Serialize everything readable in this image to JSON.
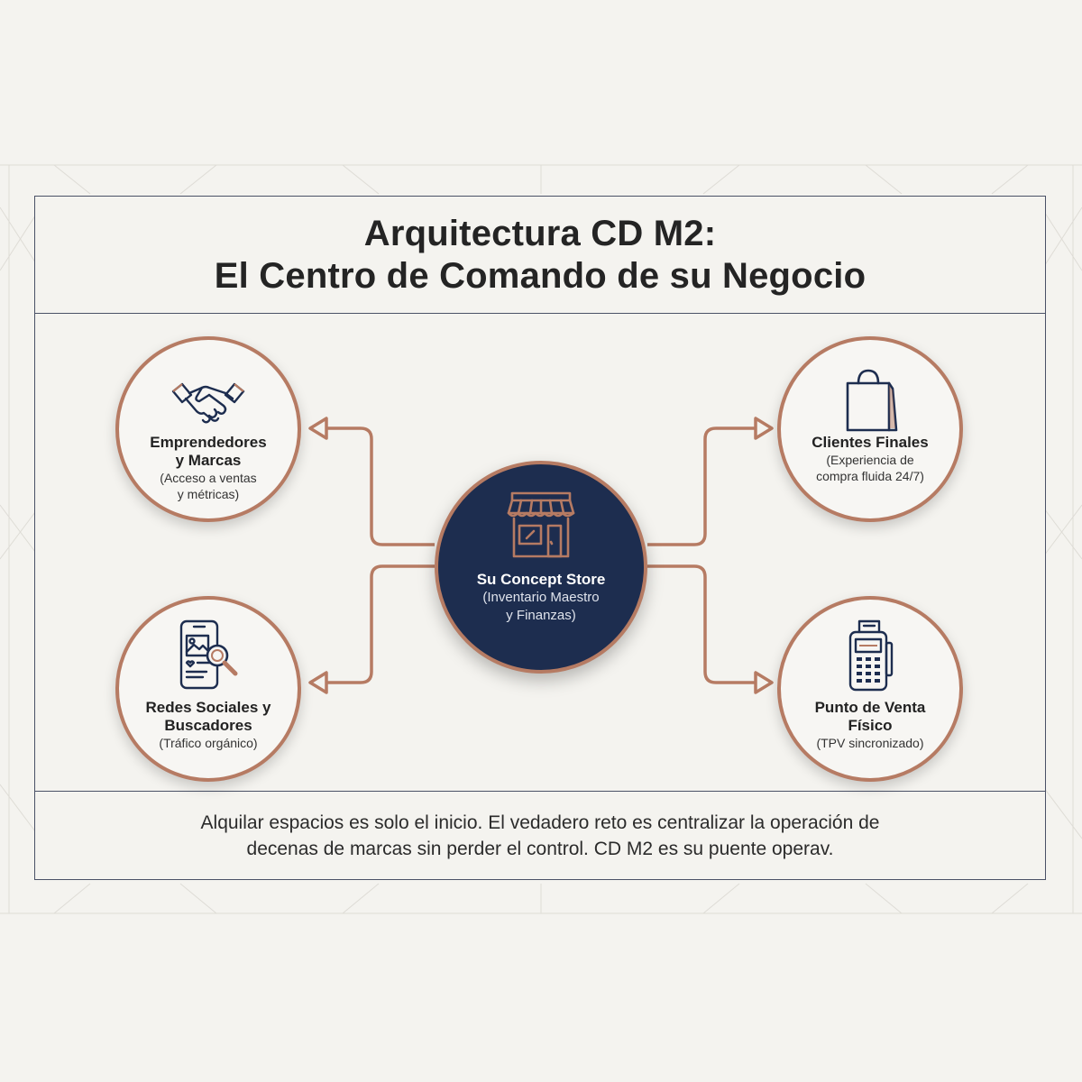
{
  "title": {
    "line1": "Arquitectura CD M2:",
    "line2": "El Centro de Comando de su Negocio"
  },
  "center": {
    "title": "Su Concept Store",
    "sub1": "(Inventario Maestro",
    "sub2": "y Finanzas)",
    "icon": "storefront-icon"
  },
  "nodes": {
    "brands": {
      "title1": "Emprendedores",
      "title2": "y Marcas",
      "sub1": "(Acceso a ventas",
      "sub2": "y métricas)",
      "icon": "handshake-icon"
    },
    "customers": {
      "title1": "Clientes Finales",
      "sub1": "(Experiencia de",
      "sub2": "compra fluida 24/7)",
      "icon": "shopping-bag-icon"
    },
    "social": {
      "title1": "Redes Sociales y",
      "title2": "Buscadores",
      "sub1": "(Tráfico orgánico)",
      "icon": "phone-search-icon"
    },
    "pos": {
      "title1": "Punto de Venta",
      "title2": "Físico",
      "sub1": "(TPV sincronizado)",
      "icon": "pos-terminal-icon"
    }
  },
  "footer": {
    "line1": "Alquilar espacios es solo el inicio. El vedadero reto es centralizar la operación de",
    "line2": "decenas de marcas sin perder el control. CD M2 es su puente operav."
  },
  "colors": {
    "navy": "#1d2d4f",
    "accent": "#b67b63",
    "frame": "#4a5166",
    "background": "#f4f3ef"
  }
}
